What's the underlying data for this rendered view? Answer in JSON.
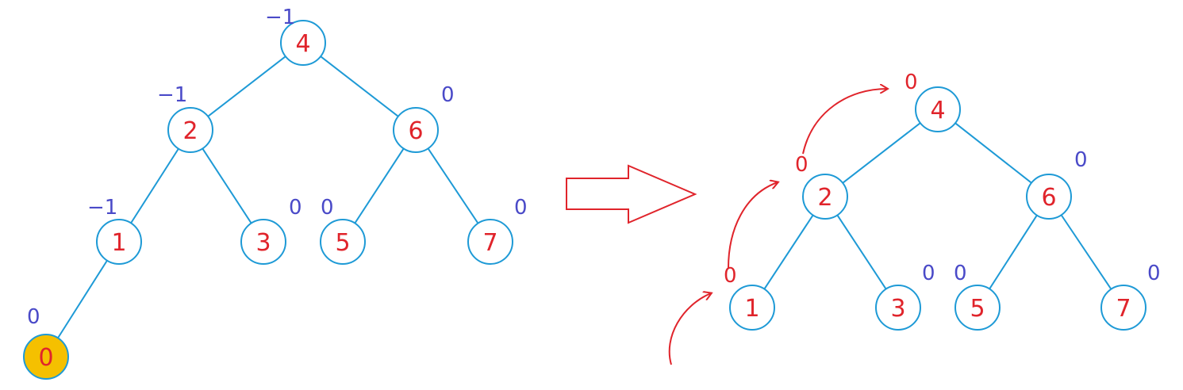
{
  "colors": {
    "edge": "#1e9ad6",
    "node_stroke": "#1e9ad6",
    "node_fill": "#ffffff",
    "highlight_fill": "#f5c000",
    "node_text": "#e0242b",
    "balance_text": "#4a4ac8",
    "arrow": "#e0242b"
  },
  "before": {
    "nodes": [
      {
        "id": "4",
        "label": "4",
        "balance": "−1"
      },
      {
        "id": "2",
        "label": "2",
        "balance": "−1"
      },
      {
        "id": "6",
        "label": "6",
        "balance": "0"
      },
      {
        "id": "1",
        "label": "1",
        "balance": "−1"
      },
      {
        "id": "3",
        "label": "3",
        "balance": "0"
      },
      {
        "id": "5",
        "label": "5",
        "balance": "0"
      },
      {
        "id": "7",
        "label": "7",
        "balance": "0"
      },
      {
        "id": "0",
        "label": "0",
        "balance": "0",
        "highlighted": true
      }
    ],
    "edges": [
      [
        "4",
        "2"
      ],
      [
        "4",
        "6"
      ],
      [
        "2",
        "1"
      ],
      [
        "2",
        "3"
      ],
      [
        "6",
        "5"
      ],
      [
        "6",
        "7"
      ],
      [
        "1",
        "0"
      ]
    ]
  },
  "after": {
    "nodes": [
      {
        "id": "4",
        "label": "4",
        "balance": "0"
      },
      {
        "id": "2",
        "label": "2",
        "balance": "0"
      },
      {
        "id": "6",
        "label": "6",
        "balance": "0"
      },
      {
        "id": "1",
        "label": "1",
        "balance": "0"
      },
      {
        "id": "3",
        "label": "3",
        "balance": "0"
      },
      {
        "id": "5",
        "label": "5",
        "balance": "0"
      },
      {
        "id": "7",
        "label": "7",
        "balance": "0"
      }
    ],
    "edges": [
      [
        "4",
        "2"
      ],
      [
        "4",
        "6"
      ],
      [
        "2",
        "1"
      ],
      [
        "2",
        "3"
      ],
      [
        "6",
        "5"
      ],
      [
        "6",
        "7"
      ]
    ]
  },
  "transition_arrow": "right-outline-arrow",
  "update_path_icon": "curved-arrow-icon"
}
